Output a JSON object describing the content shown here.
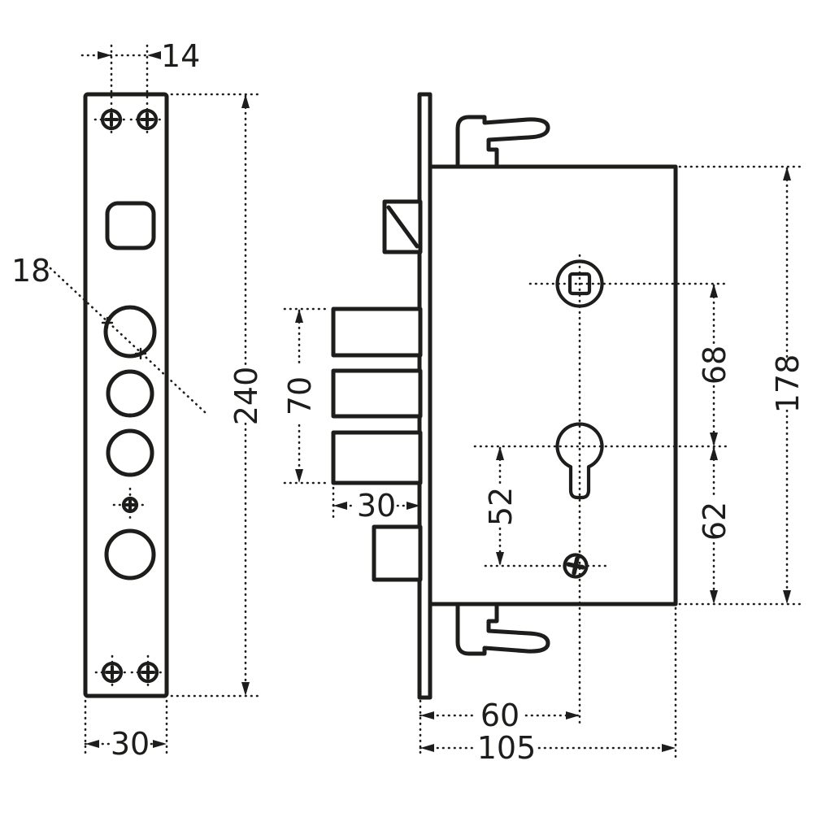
{
  "colors": {
    "line": "#1d1d1b",
    "background": "#ffffff"
  },
  "front_view": {
    "dims": {
      "screw_spacing": "14",
      "hole_diameter": "18",
      "plate_height": "240",
      "plate_width": "30"
    }
  },
  "side_view": {
    "dims": {
      "bolt_group_height": "70",
      "bolt_depth": "30",
      "spindle_to_cylinder": "68",
      "body_height": "178",
      "cylinder_to_bottom": "62",
      "cylinder_to_screw": "52",
      "backset": "60",
      "body_width": "105"
    }
  }
}
